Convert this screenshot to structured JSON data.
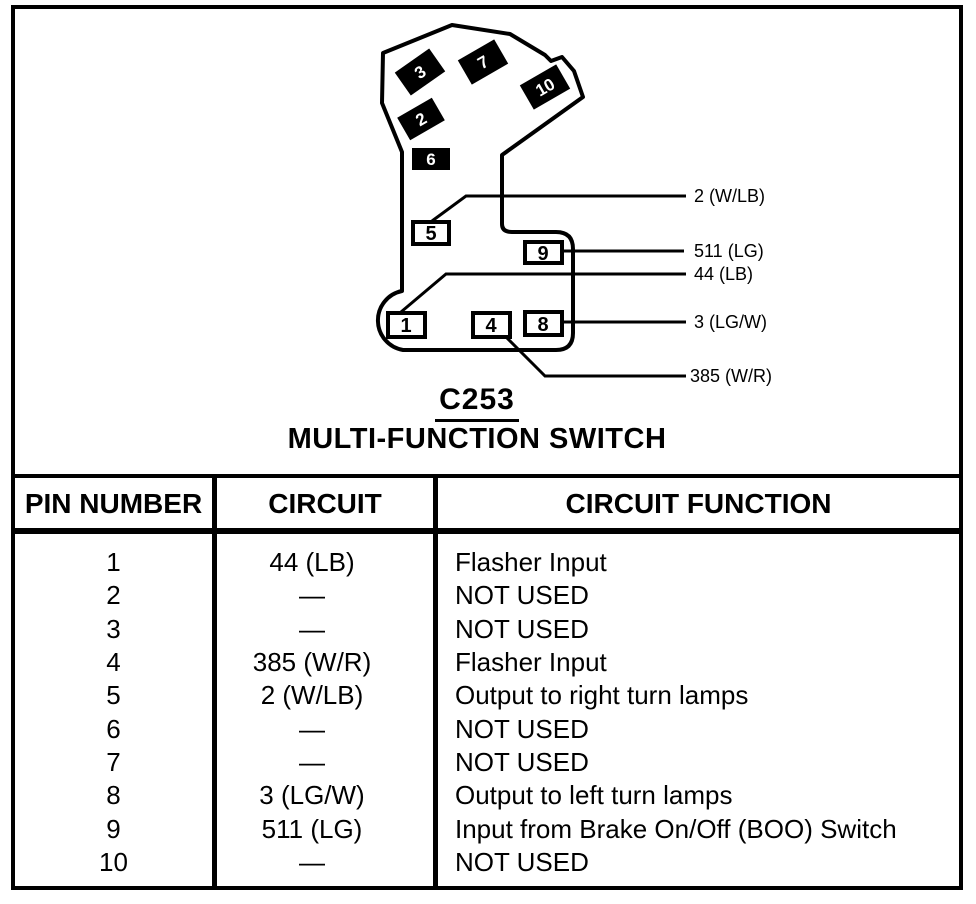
{
  "diagram": {
    "connector_id": "C253",
    "connector_name": "MULTI-FUNCTION SWITCH",
    "black_pins": [
      "3",
      "7",
      "10",
      "2",
      "6"
    ],
    "box_pins": [
      "5",
      "9",
      "1",
      "4",
      "8"
    ],
    "wire_labels": [
      "2 (W/LB)",
      "511 (LG)",
      "44 (LB)",
      "3 (LG/W)",
      "385 (W/R)"
    ],
    "line_color": "#000000",
    "fill_color": "#ffffff"
  },
  "table": {
    "headers": [
      "PIN NUMBER",
      "CIRCUIT",
      "CIRCUIT FUNCTION"
    ],
    "rows": [
      {
        "pin": "1",
        "circuit": "44 (LB)",
        "func": "Flasher Input"
      },
      {
        "pin": "2",
        "circuit": "—",
        "func": "NOT USED"
      },
      {
        "pin": "3",
        "circuit": "—",
        "func": "NOT USED"
      },
      {
        "pin": "4",
        "circuit": "385 (W/R)",
        "func": "Flasher Input"
      },
      {
        "pin": "5",
        "circuit": "2 (W/LB)",
        "func": "Output to right turn lamps"
      },
      {
        "pin": "6",
        "circuit": "—",
        "func": "NOT USED"
      },
      {
        "pin": "7",
        "circuit": "—",
        "func": "NOT USED"
      },
      {
        "pin": "8",
        "circuit": "3 (LG/W)",
        "func": "Output to left turn lamps"
      },
      {
        "pin": "9",
        "circuit": "511 (LG)",
        "func": "Input from Brake On/Off (BOO) Switch"
      },
      {
        "pin": "10",
        "circuit": "—",
        "func": "NOT USED"
      }
    ]
  }
}
